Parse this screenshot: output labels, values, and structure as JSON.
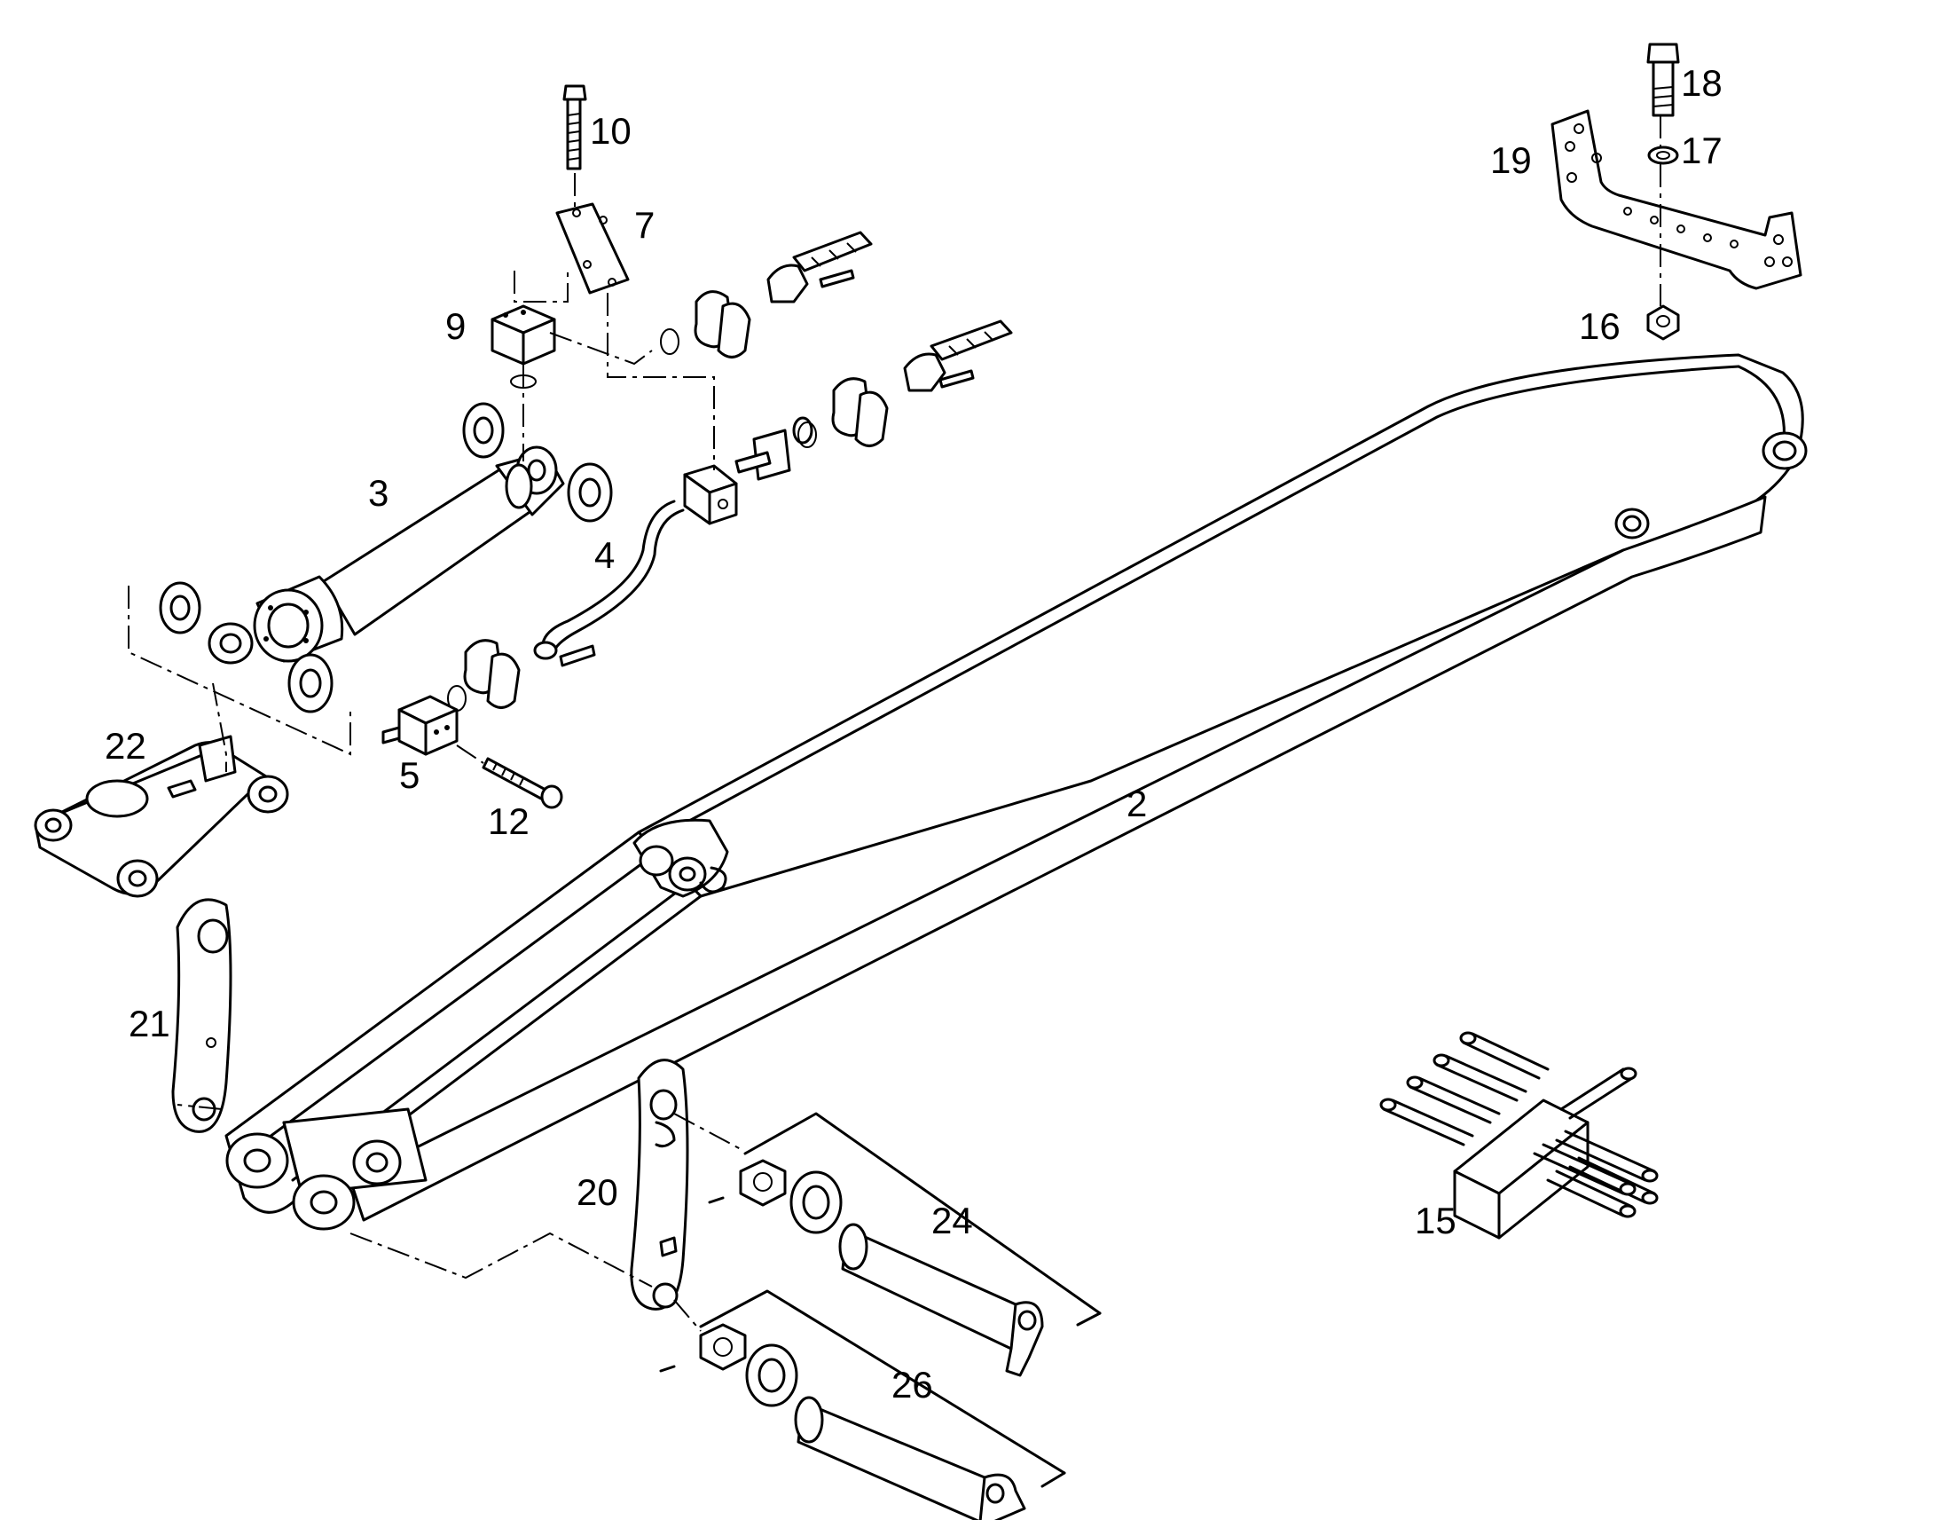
{
  "parts": [
    {
      "id": "p2",
      "label": "2"
    },
    {
      "id": "p3",
      "label": "3"
    },
    {
      "id": "p4",
      "label": "4"
    },
    {
      "id": "p5",
      "label": "5"
    },
    {
      "id": "p7",
      "label": "7"
    },
    {
      "id": "p9",
      "label": "9"
    },
    {
      "id": "p10",
      "label": "10"
    },
    {
      "id": "p12",
      "label": "12"
    },
    {
      "id": "p15",
      "label": "15"
    },
    {
      "id": "p16",
      "label": "16"
    },
    {
      "id": "p17",
      "label": "17"
    },
    {
      "id": "p18",
      "label": "18"
    },
    {
      "id": "p19",
      "label": "19"
    },
    {
      "id": "p20",
      "label": "20"
    },
    {
      "id": "p21",
      "label": "21"
    },
    {
      "id": "p22",
      "label": "22"
    },
    {
      "id": "p24",
      "label": "24"
    },
    {
      "id": "p26",
      "label": "26"
    }
  ]
}
